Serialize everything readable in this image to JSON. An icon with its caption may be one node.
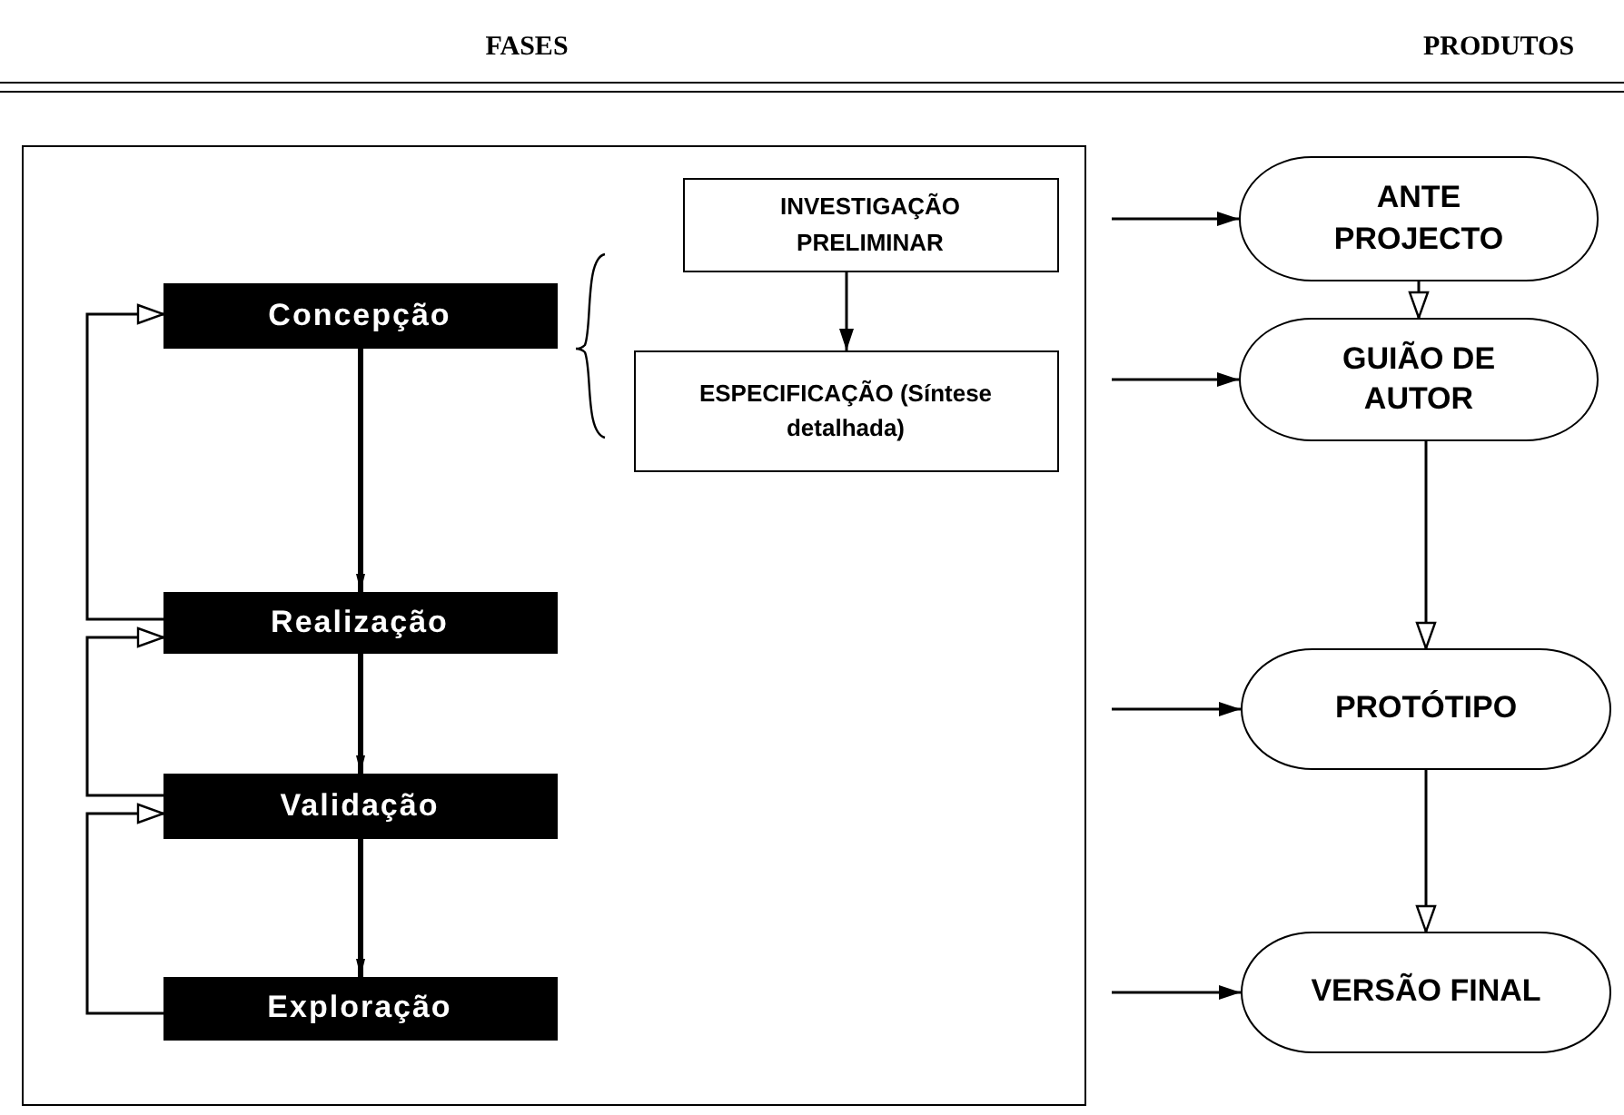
{
  "diagram": {
    "nodes": [
      {
        "text": [],
        "shape": "box"
      },
      {
        "text": [
          "Concepção"
        ],
        "in": 0
      },
      {
        "text": [
          "Realização"
        ],
        "in": 0
      },
      {
        "text": [
          "Validação"
        ],
        "in": 0
      },
      {
        "text": [
          "Exploração"
        ],
        "in": 0
      },
      {
        "text": [
          "INVESTIGAÇÃO PRELIMINAR"
        ],
        "in": 0
      },
      {
        "text": [
          "ESPECIFICAÇÃO (Síntese detalhada)"
        ],
        "in": 0
      },
      {
        "text": [
          "ANTE PROJECTO"
        ]
      },
      {
        "text": [
          "GUIÃO DE AUTOR"
        ]
      },
      {
        "text": [
          "PROTÓTIPO"
        ]
      },
      {
        "text": [
          "VERSÃO FINAL"
        ]
      }
    ],
    "edges": [
      {
        "from": 1,
        "to": 2,
        "arrow": "to",
        "style": "thick"
      },
      {
        "from": 2,
        "to": 3,
        "arrow": "to",
        "style": "thick"
      },
      {
        "from": 3,
        "to": 4,
        "arrow": "to",
        "style": "thick"
      },
      {
        "from": 2,
        "to": 1,
        "arrow": "to"
      },
      {
        "from": 3,
        "to": 2,
        "arrow": "to"
      },
      {
        "from": 4,
        "to": 3,
        "arrow": "to"
      },
      {
        "from": 5,
        "to": 6,
        "arrow": "to"
      },
      {
        "from": null,
        "to": 7,
        "arrow": "to"
      },
      {
        "from": null,
        "to": 8,
        "arrow": "to"
      },
      {
        "from": null,
        "to": 9,
        "arrow": "to"
      },
      {
        "from": null,
        "to": 10,
        "arrow": "to"
      },
      {
        "from": 7,
        "to": 8,
        "arrow": "to"
      },
      {
        "from": 8,
        "to": 9,
        "arrow": "to"
      },
      {
        "from": 9,
        "to": 10,
        "arrow": "to"
      }
    ],
    "labels": [
      "FASES",
      "PRODUTOS"
    ]
  }
}
